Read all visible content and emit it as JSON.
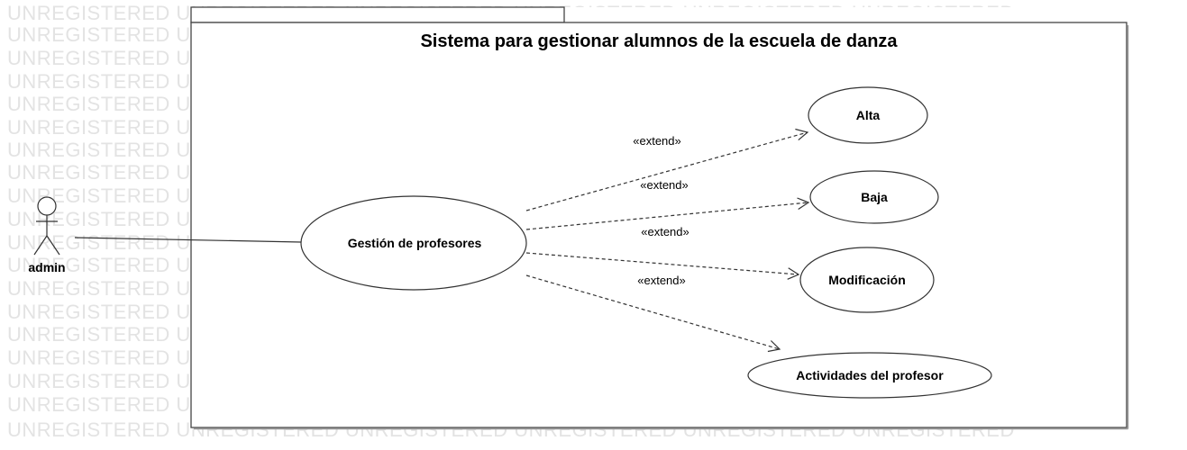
{
  "watermark": {
    "text": "UNREGISTERED UNREGISTERED UNREGISTERED UNREGISTERED UNREGISTERED UNREGISTERED"
  },
  "diagram": {
    "system_title": "Sistema para gestionar alumnos de la escuela de danza",
    "actor": {
      "label": "admin"
    },
    "use_cases": {
      "main": "Gestión de profesores",
      "alta": "Alta",
      "baja": "Baja",
      "modificacion": "Modificación",
      "actividades": "Actividades del profesor"
    },
    "extend_labels": {
      "alta": "«extend»",
      "baja": "«extend»",
      "modificacion": "«extend»",
      "actividades": "«extend»"
    }
  }
}
